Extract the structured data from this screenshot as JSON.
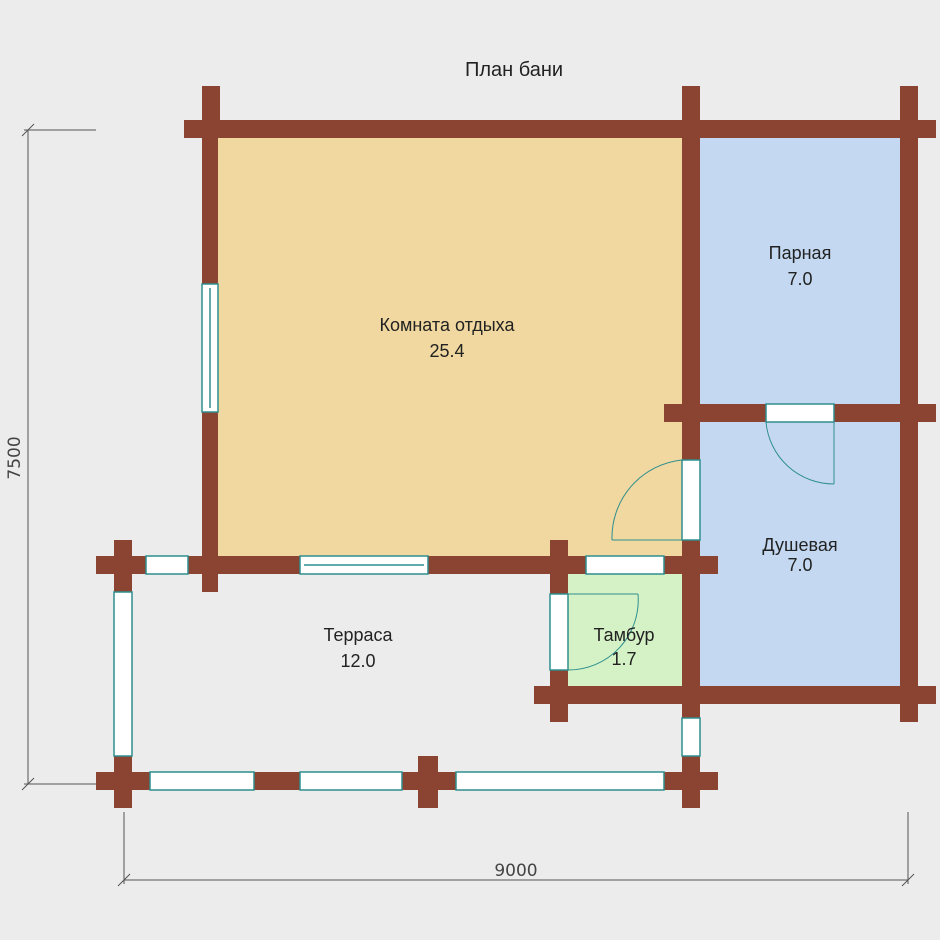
{
  "title": "План бани",
  "dimensions": {
    "width": "9000",
    "height": "7500"
  },
  "rooms": {
    "rest": {
      "name": "Комната отдыха",
      "area": "25.4"
    },
    "steam": {
      "name": "Парная",
      "area": "7.0"
    },
    "shower": {
      "name": "Душевая",
      "area": "7.0"
    },
    "terrace": {
      "name": "Терраса",
      "area": "12.0"
    },
    "vestibule": {
      "name": "Тамбур",
      "area": "1.7"
    }
  },
  "colors": {
    "wall": "#8b4332",
    "rest_room": "#f0d8a0",
    "wet_rooms": "#c4d9f1",
    "vestibule": "#d4f2c6",
    "window_frame": "#2f8f8f",
    "background": "#ececec"
  }
}
